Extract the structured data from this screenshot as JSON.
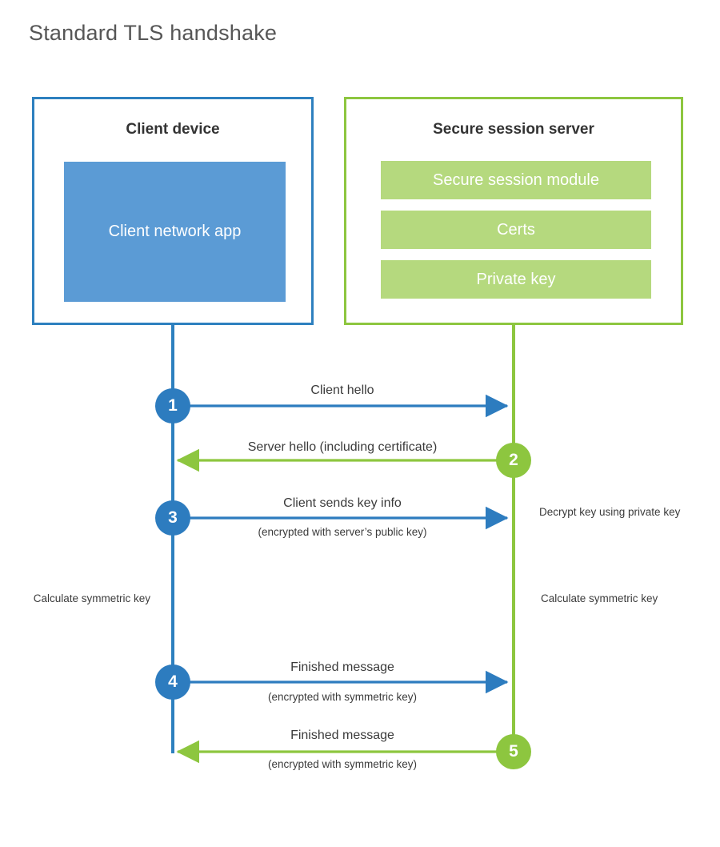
{
  "diagram": {
    "title": "Standard TLS handshake",
    "colors": {
      "client_border": "#2d80bf",
      "client_fill": "#5b9bd5",
      "server_border": "#8dc63f",
      "server_fill": "#b5d97e",
      "client_accent": "#2d7cbf",
      "server_accent": "#8dc63f",
      "text": "#3b3b3b",
      "title_text": "#565656",
      "background": "#ffffff"
    },
    "client": {
      "title": "Client device",
      "app_label": "Client network app"
    },
    "server": {
      "title": "Secure session server",
      "components": [
        {
          "label": "Secure session module"
        },
        {
          "label": "Certs"
        },
        {
          "label": "Private key"
        }
      ]
    },
    "steps": [
      {
        "number": "1",
        "label": "Client hello",
        "sublabel": "",
        "direction": "client-to-server",
        "actor": "client"
      },
      {
        "number": "2",
        "label": "Server hello (including certificate)",
        "sublabel": "",
        "direction": "server-to-client",
        "actor": "server"
      },
      {
        "number": "3",
        "label": "Client sends key info",
        "sublabel": "(encrypted with server’s public key)",
        "direction": "client-to-server",
        "actor": "client"
      },
      {
        "number": "4",
        "label": "Finished message",
        "sublabel": "(encrypted with symmetric key)",
        "direction": "client-to-server",
        "actor": "client"
      },
      {
        "number": "5",
        "label": "Finished message",
        "sublabel": "(encrypted with symmetric key)",
        "direction": "server-to-client",
        "actor": "server"
      }
    ],
    "annotations": {
      "server_decrypt": "Decrypt key using private key",
      "client_calculate": "Calculate symmetric key",
      "server_calculate": "Calculate symmetric key"
    }
  }
}
